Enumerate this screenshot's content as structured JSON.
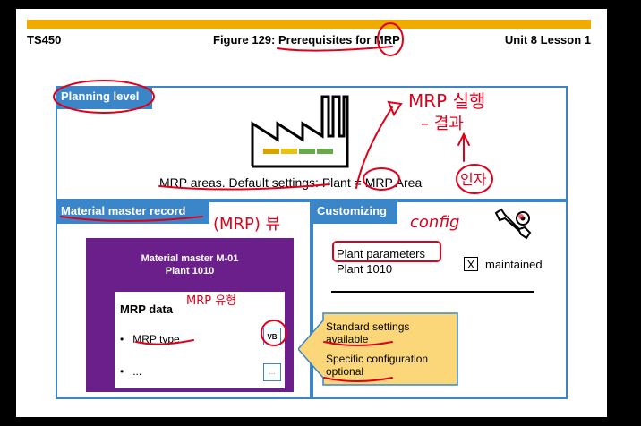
{
  "header": {
    "course": "TS450",
    "figure_title": "Figure 129: Prerequisites for MRP",
    "lesson": "Unit 8 Lesson 1"
  },
  "planning_level": {
    "tab": "Planning level",
    "caption": "MRP areas. Default settings: Plant = MRP Area"
  },
  "material_master": {
    "tab": "Material master record",
    "title_line1": "Material master M-01",
    "title_line2": "Plant 1010",
    "section": "MRP data",
    "items": [
      {
        "label": "MRP type",
        "value": "VB"
      },
      {
        "label": "...",
        "value": "..."
      }
    ]
  },
  "customizing": {
    "tab": "Customizing",
    "plant_params": "Plant parameters",
    "plant": "Plant 1010",
    "checkbox_mark": "X",
    "status": "maintained"
  },
  "callout": {
    "line1": "Standard settings",
    "line2": "available",
    "line3": "Specific configuration",
    "line4": "optional"
  },
  "handwriting": {
    "korean1": "MRP 실행",
    "korean2": "– 결과",
    "korean3": "인자",
    "mrp": "(MRP) 뷰",
    "config": "config",
    "mrp_small": "MRP 유형"
  },
  "colors": {
    "accent": "#f0ab00",
    "tab_blue": "#3a86c8",
    "purple": "#6a1f8a",
    "callout_fill": "#fbd779",
    "annotation_red": "#e0001b"
  }
}
